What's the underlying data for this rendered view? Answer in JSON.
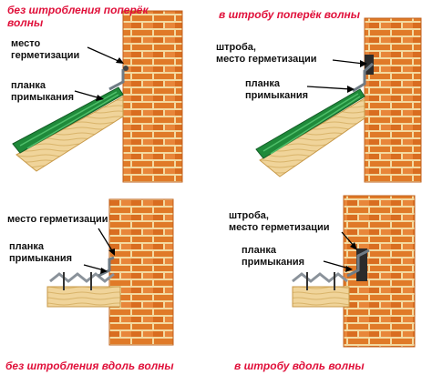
{
  "panels": [
    {
      "title": "без штробления поперёк волны",
      "labels": [
        "место\nгерметизации",
        "планка\nпримыкания"
      ]
    },
    {
      "title": "в штробу поперёк волны",
      "labels": [
        "штроба,\nместо герметизации",
        "планка\nпримыкания"
      ]
    },
    {
      "title": "без штробления вдоль волны",
      "labels": [
        "место герметизации",
        "планка\nпримыкания"
      ]
    },
    {
      "title": "в штробу вдоль волны",
      "labels": [
        "штроба,\nместо герметизации",
        "планка\nпримыкания"
      ]
    }
  ],
  "colors": {
    "title": "#e0103a",
    "brick": "#e07a28",
    "mortar": "#f3d9a0",
    "roof_sheet": "#1f8a3a",
    "timber": "#f0d49a",
    "profile_sheet": "#c8ccd0"
  }
}
